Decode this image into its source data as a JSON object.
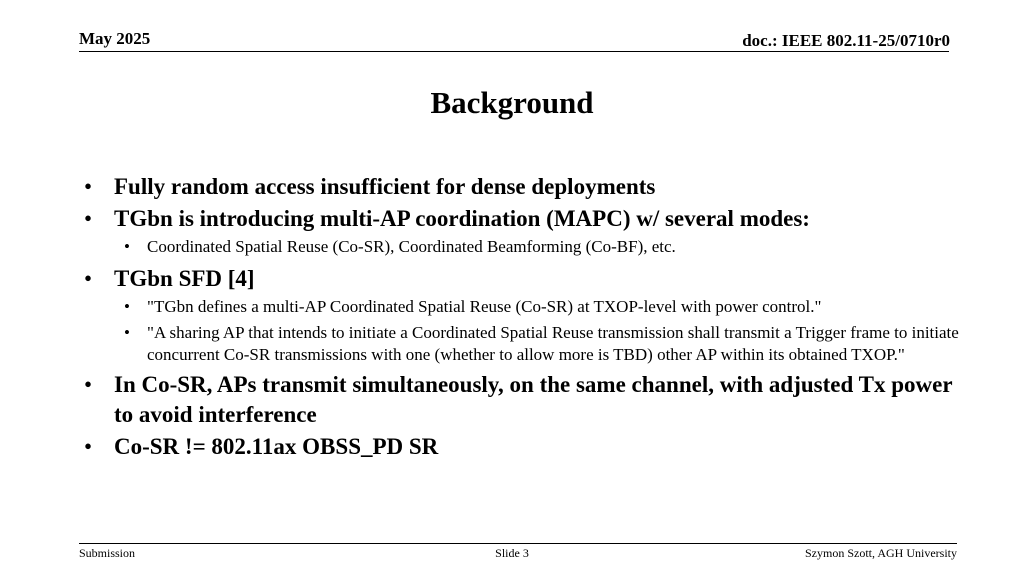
{
  "header": {
    "date": "May 2025",
    "doc_id": "doc.: IEEE 802.11-25/0710r0"
  },
  "title": "Background",
  "bullets": [
    {
      "text": "Fully random access insufficient for dense deployments",
      "sub": []
    },
    {
      "text": "TGbn is introducing multi-AP coordination  (MAPC) w/ several modes:",
      "sub": [
        "Coordinated Spatial Reuse (Co-SR), Coordinated Beamforming (Co-BF), etc."
      ]
    },
    {
      "text": "TGbn SFD [4]",
      "sub": [
        "\"TGbn defines a multi-AP Coordinated Spatial Reuse (Co-SR) at TXOP-level with power control.\"",
        "\"A sharing AP that intends to initiate a Coordinated Spatial Reuse transmission shall transmit a Trigger frame to initiate concurrent Co-SR transmissions with one (whether to allow more is TBD) other AP within its obtained TXOP.\""
      ]
    },
    {
      "text": "In Co-SR, APs transmit simultaneously, on the same channel, with adjusted Tx power to avoid interference",
      "sub": []
    },
    {
      "text": "Co-SR != 802.11ax OBSS_PD SR",
      "sub": []
    }
  ],
  "bullet_glyph": "•",
  "footer": {
    "left": "Submission",
    "center": "Slide 3",
    "right": "Szymon Szott, AGH University"
  }
}
